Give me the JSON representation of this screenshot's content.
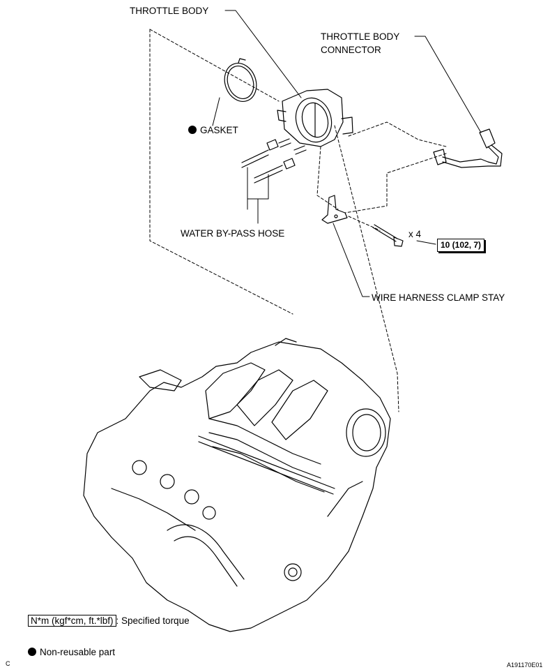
{
  "labels": {
    "throttle_body": "THROTTLE BODY",
    "throttle_body_connector_line1": "THROTTLE BODY",
    "throttle_body_connector_line2": "CONNECTOR",
    "gasket": "GASKET",
    "water_bypass_hose": "WATER BY-PASS HOSE",
    "bolt_qty": "x 4",
    "torque": "10 (102, 7)",
    "wire_harness_clamp_stay": "WIRE HARNESS CLAMP STAY"
  },
  "legend": {
    "torque_unit": "N*m (kgf*cm, ft.*lbf)",
    "torque_desc": ": Specified torque",
    "non_reusable": "Non-reusable part"
  },
  "corner_code": "C",
  "figure_id": "A191170E01"
}
